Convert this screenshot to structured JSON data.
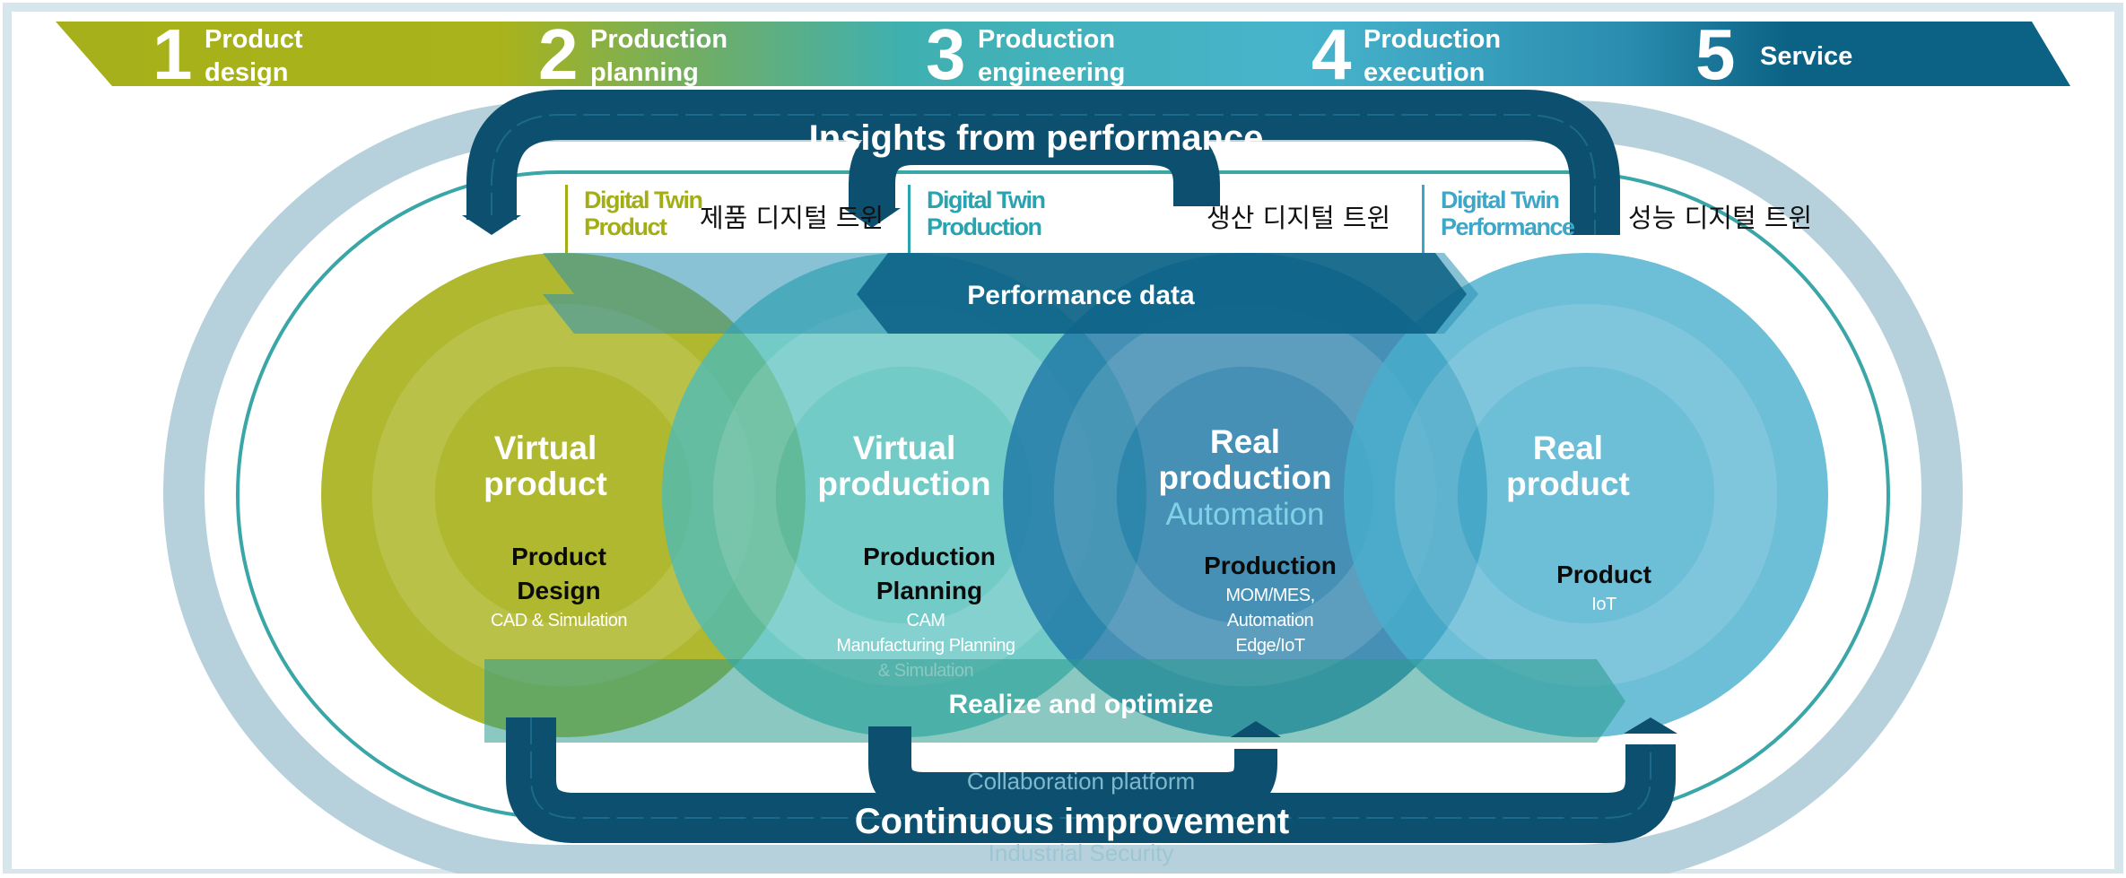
{
  "stages": [
    {
      "number": "1",
      "line1": "Product",
      "line2": "design",
      "color": "#a9b31b"
    },
    {
      "number": "2",
      "line1": "Production",
      "line2": "planning",
      "color": "#82b24a"
    },
    {
      "number": "3",
      "line1": "Production",
      "line2": "engineering",
      "color": "#40b3b6"
    },
    {
      "number": "4",
      "line1": "Production",
      "line2": "execution",
      "color": "#47a8c8"
    },
    {
      "number": "5",
      "line1": "Service",
      "line2": "",
      "color": "#0b6284"
    }
  ],
  "loops": {
    "top": "Insights from performance",
    "bottom": "Continuous improvement",
    "performance": "Performance data",
    "realize": "Realize and optimize"
  },
  "twins": [
    {
      "line1": "Digital Twin",
      "line2": "Product",
      "korean": "제품 디지털 트윈",
      "color": "#a3ae17"
    },
    {
      "line1": "Digital Twin",
      "line2": "Production",
      "korean": "생산 디지털 트윈",
      "color": "#2aa3b0"
    },
    {
      "line1": "Digital Twin",
      "line2": "Performance",
      "korean": "성능 디지털 트윈",
      "color": "#3ea6c7"
    }
  ],
  "circles": [
    {
      "title1": "Virtual",
      "title2": "product",
      "subtitle": "",
      "sub1": "Product",
      "sub2": "Design",
      "details": [
        "CAD & Simulation"
      ],
      "color": "#a8b21c"
    },
    {
      "title1": "Virtual",
      "title2": "production",
      "subtitle": "",
      "sub1": "Production",
      "sub2": "Planning",
      "details": [
        "CAM",
        "Manufacturing Planning",
        "& Simulation"
      ],
      "color": "#4bbcb9"
    },
    {
      "title1": "Real",
      "title2": "production",
      "subtitle": "Automation",
      "sub1": "Production",
      "sub2": "",
      "details": [
        "MOM/MES,",
        "Automation",
        "Edge/IoT"
      ],
      "color": "#1d78a6"
    },
    {
      "title1": "Real",
      "title2": "product",
      "subtitle": "",
      "sub1": "Product",
      "sub2": "",
      "details": [
        "IoT"
      ],
      "color": "#49aecd"
    }
  ],
  "footer": {
    "collaboration": "Collaboration platform",
    "security": "Industrial Security"
  },
  "colors": {
    "loop": "#0d4f6e",
    "outer_track": "#b7d1dc",
    "accent_green": "#a8b21c",
    "accent_blue": "#0b6284"
  }
}
